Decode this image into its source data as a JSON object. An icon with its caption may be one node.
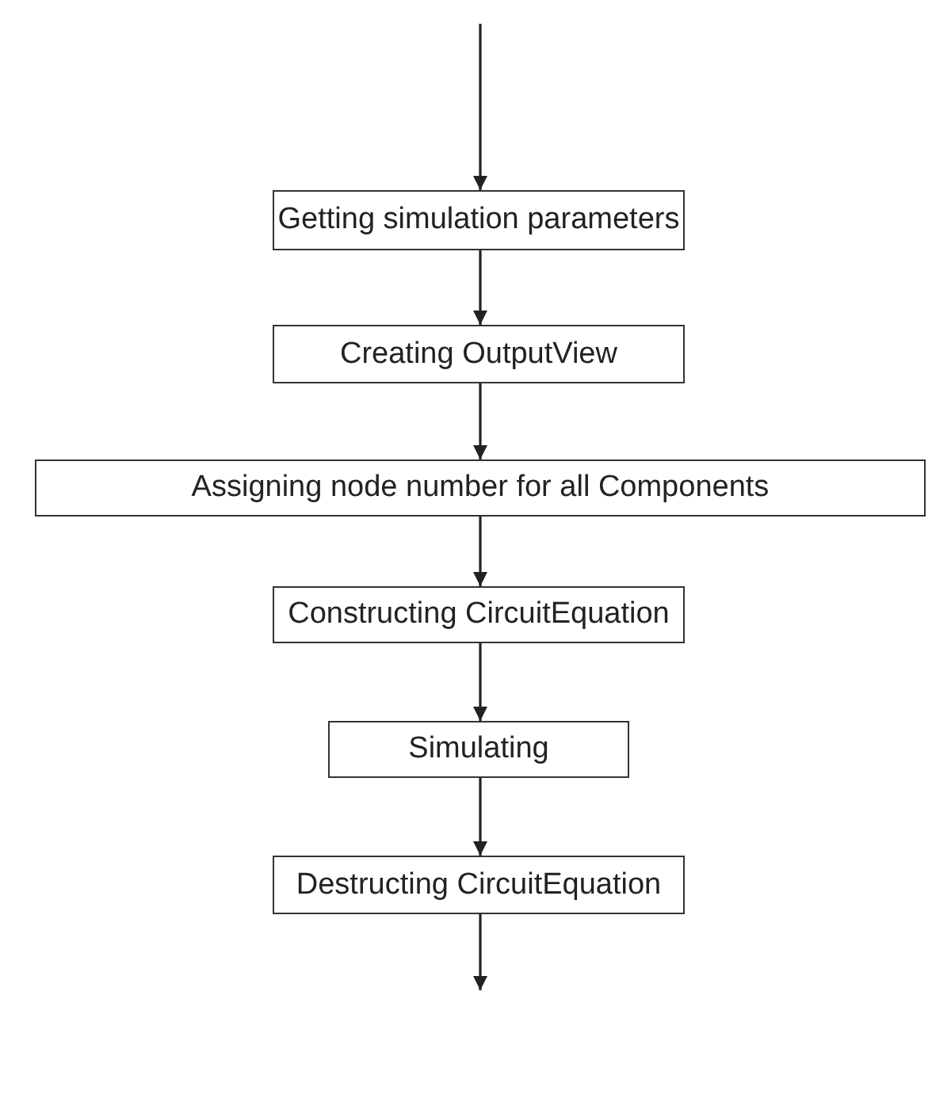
{
  "diagram": {
    "nodes": [
      {
        "text": [
          "Getting simulation parameters"
        ]
      },
      {
        "text": [
          "Creating OutputView"
        ]
      },
      {
        "text": [
          "Assigning node number for all Components"
        ]
      },
      {
        "text": [
          "Constructing CircuitEquation"
        ]
      },
      {
        "text": [
          "Simulating"
        ]
      },
      {
        "text": [
          "Destructing CircuitEquation"
        ]
      }
    ],
    "edges": [
      {
        "from": null,
        "to": 0,
        "arrow": "to"
      },
      {
        "from": 0,
        "to": 1,
        "arrow": "to"
      },
      {
        "from": 1,
        "to": 2,
        "arrow": "to"
      },
      {
        "from": 2,
        "to": 3,
        "arrow": "to"
      },
      {
        "from": 3,
        "to": 4,
        "arrow": "to"
      },
      {
        "from": 4,
        "to": 5,
        "arrow": "to"
      },
      {
        "from": 5,
        "to": null,
        "arrow": "to"
      }
    ]
  }
}
